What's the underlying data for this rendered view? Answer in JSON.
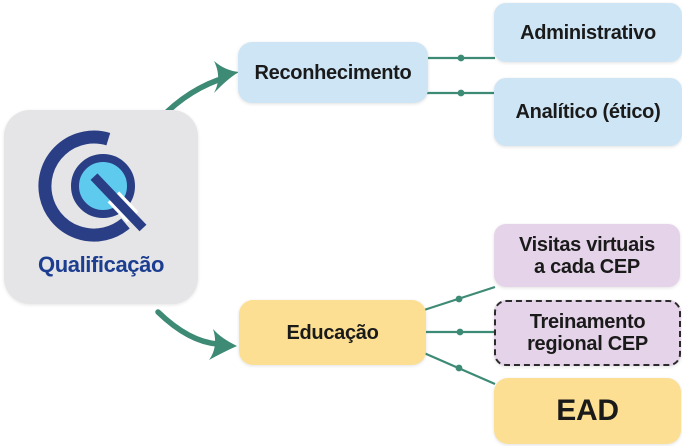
{
  "diagram": {
    "title": "Qualificação",
    "root": {
      "label": "Qualificação",
      "logo": "cq-monogram-icon"
    },
    "branches": [
      {
        "label": "Reconhecimento",
        "children": [
          "Administrativo",
          "Analítico (ético)"
        ]
      },
      {
        "label": "Educação",
        "children": [
          "Visitas virtuais a cada CEP",
          "Treinamento regional CEP",
          "EAD"
        ]
      }
    ]
  },
  "nodes": {
    "qualificacao": {
      "label": "Qualificação"
    },
    "reconhecimento": {
      "label": "Reconhecimento"
    },
    "educacao": {
      "label": "Educação"
    },
    "administrativo": {
      "label": "Administrativo"
    },
    "analitico": {
      "label": "Analítico (ético)"
    },
    "visitas": {
      "line1": "Visitas virtuais",
      "line2": "a cada CEP"
    },
    "treinamento": {
      "line1": "Treinamento",
      "line2": "regional CEP"
    },
    "ead": {
      "label": "EAD"
    }
  },
  "colors": {
    "blue_box": "#cee5f6",
    "yellow_box": "#fcdf92",
    "purple_box": "#e5d3e9",
    "gray_card": "#e5e5e7",
    "connector_teal": "#3d8a75",
    "dashed_border": "#2b2b2b",
    "logo_navy": "#2a3e85",
    "logo_light_blue": "#5ecbee",
    "brand_text": "#1d3e90",
    "node_text": "#1a1a1a"
  }
}
